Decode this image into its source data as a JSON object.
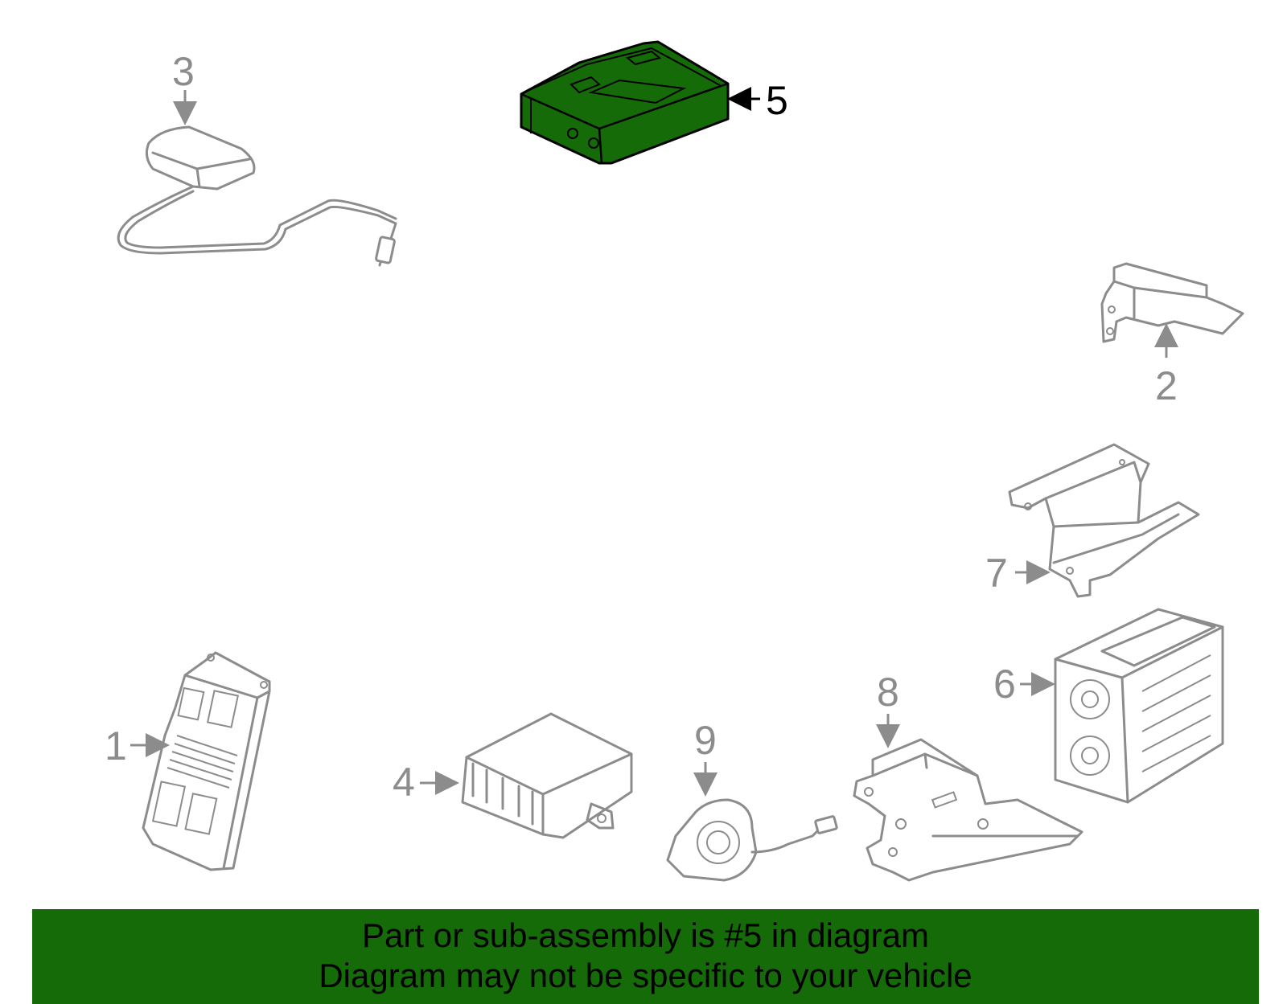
{
  "diagram": {
    "callouts": [
      "1",
      "2",
      "3",
      "4",
      "5",
      "6",
      "7",
      "8",
      "9"
    ],
    "highlighted_part": "5",
    "highlight_color": "#156b08",
    "part_outline_color": "#8c8c8c"
  },
  "banner": {
    "line1": "Part or sub-assembly is #5 in diagram",
    "line2": "Diagram may not be specific to your vehicle",
    "background_color": "#156b08"
  }
}
